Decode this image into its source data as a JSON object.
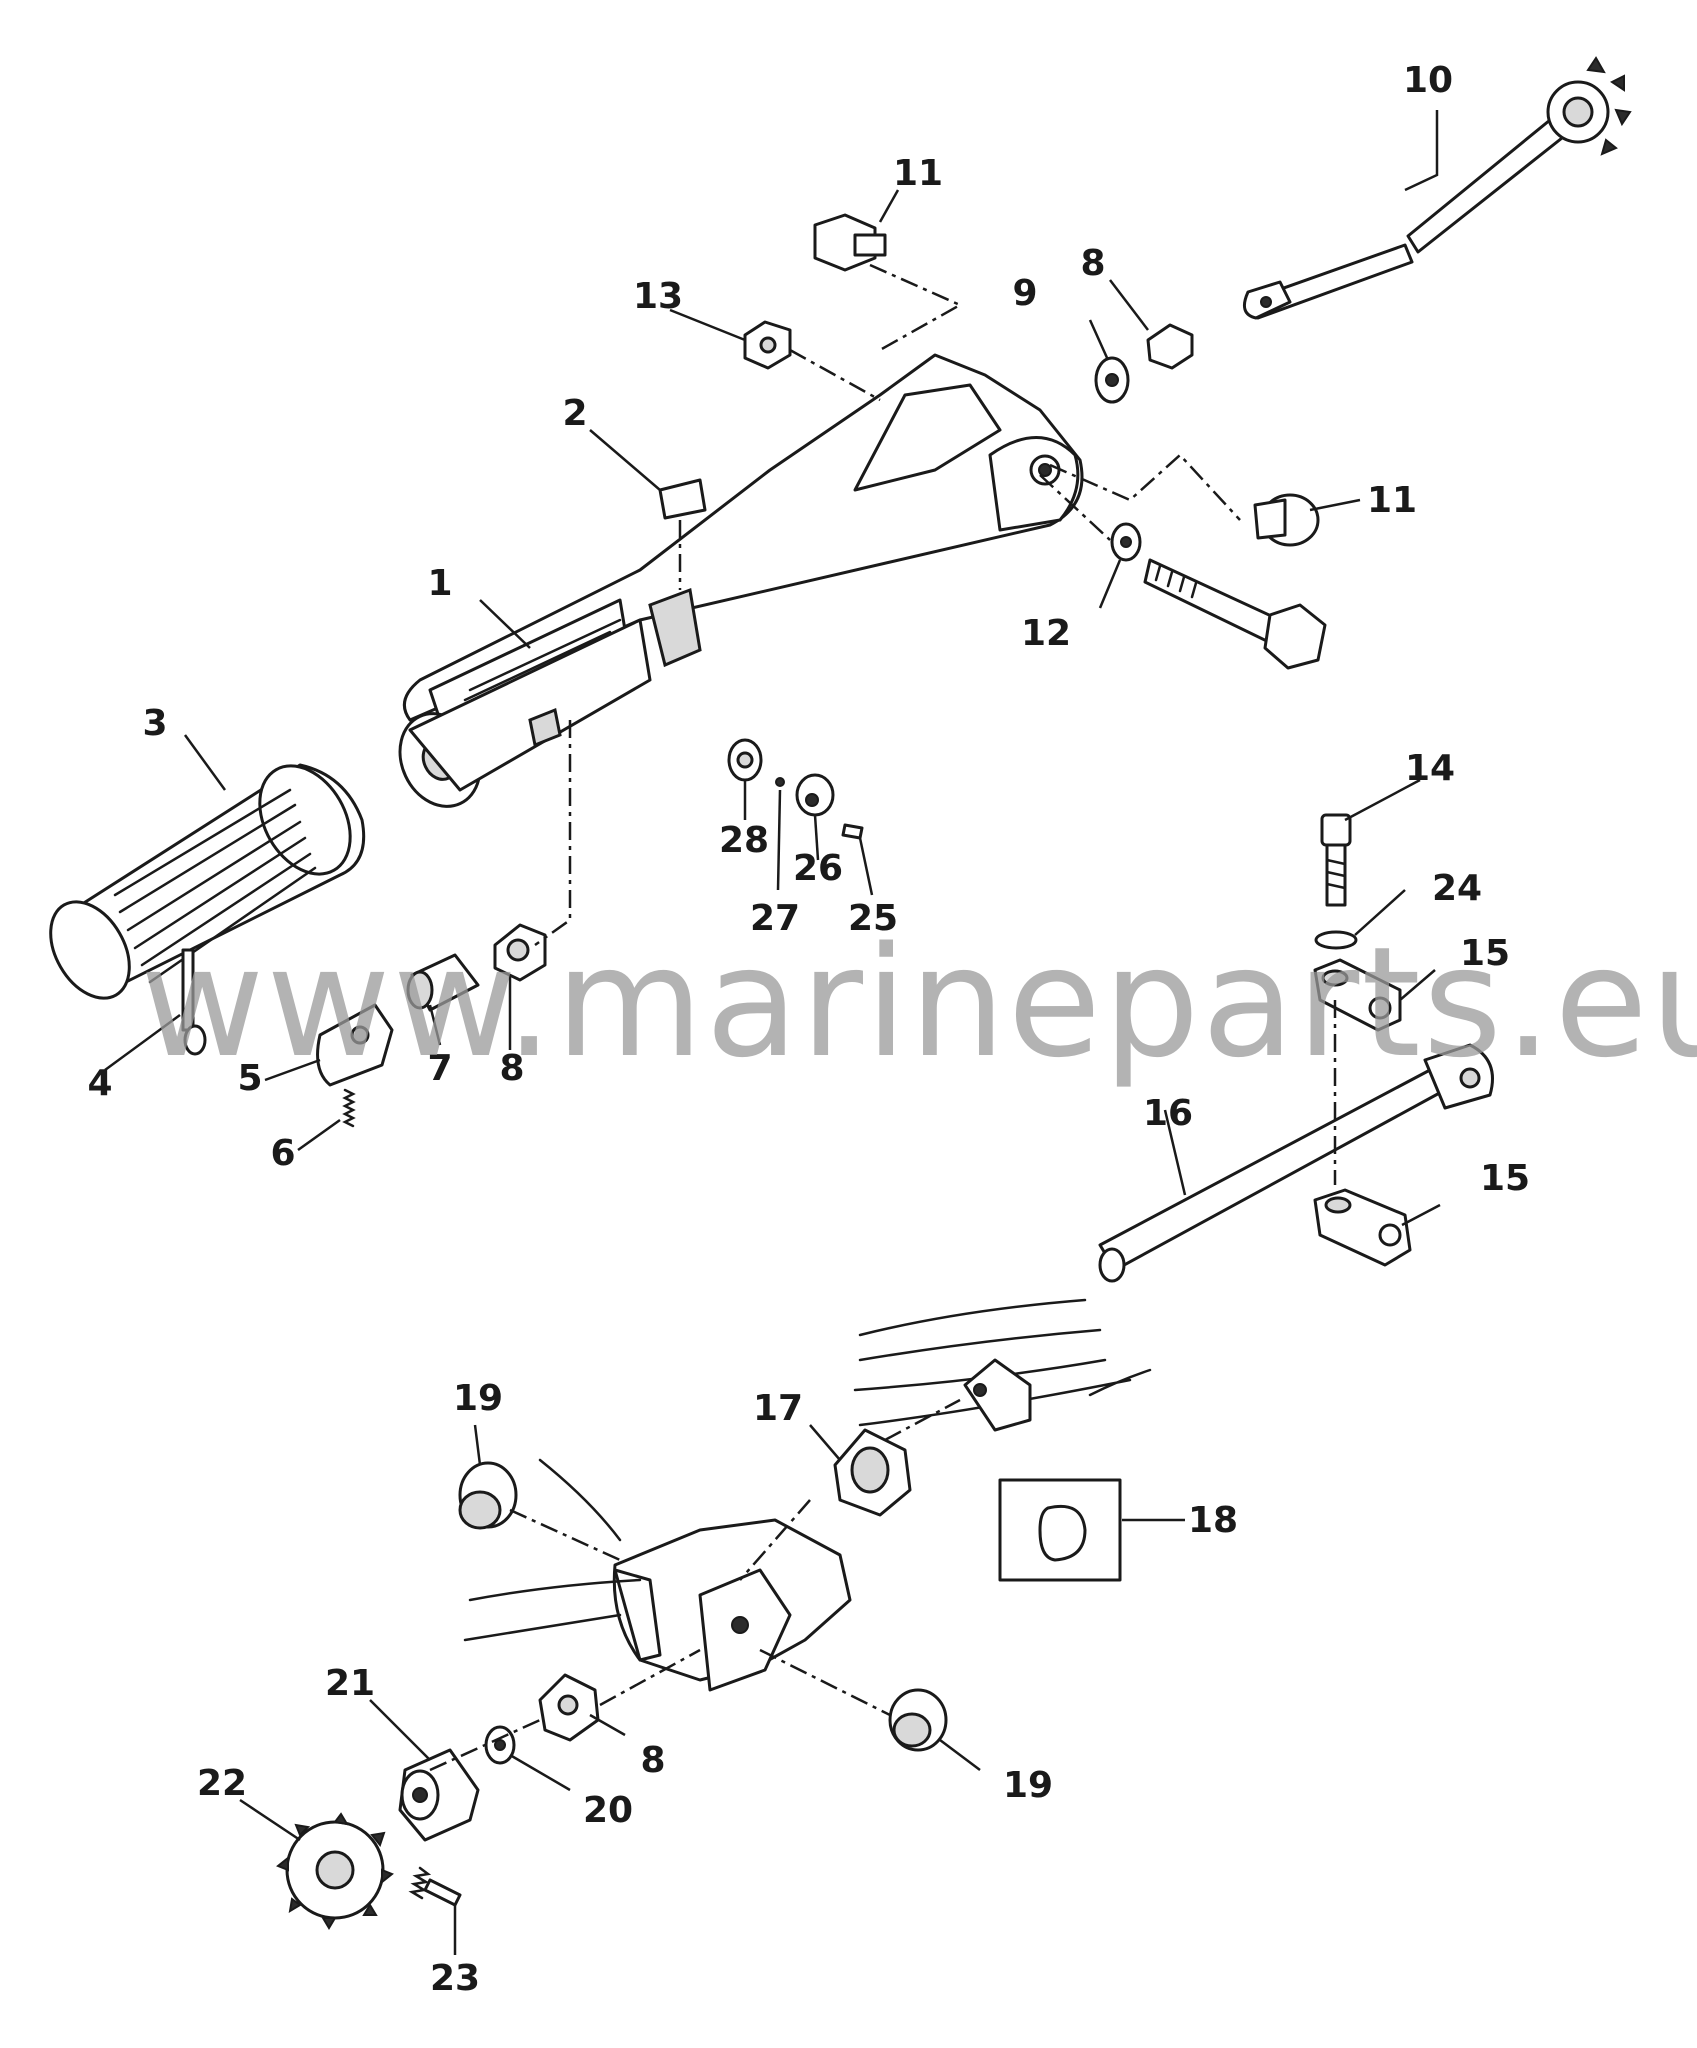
{
  "watermark": "www.marineparts.eu",
  "callouts": [
    {
      "id": "c1",
      "text": "1"
    },
    {
      "id": "c2",
      "text": "2"
    },
    {
      "id": "c3",
      "text": "3"
    },
    {
      "id": "c4",
      "text": "4"
    },
    {
      "id": "c5",
      "text": "5"
    },
    {
      "id": "c6",
      "text": "6"
    },
    {
      "id": "c7",
      "text": "7"
    },
    {
      "id": "c8a",
      "text": "8"
    },
    {
      "id": "c8b",
      "text": "8"
    },
    {
      "id": "c8c",
      "text": "8"
    },
    {
      "id": "c9",
      "text": "9"
    },
    {
      "id": "c10",
      "text": "10"
    },
    {
      "id": "c11a",
      "text": "11"
    },
    {
      "id": "c11b",
      "text": "11"
    },
    {
      "id": "c12",
      "text": "12"
    },
    {
      "id": "c13",
      "text": "13"
    },
    {
      "id": "c14",
      "text": "14"
    },
    {
      "id": "c15a",
      "text": "15"
    },
    {
      "id": "c15b",
      "text": "15"
    },
    {
      "id": "c16",
      "text": "16"
    },
    {
      "id": "c17",
      "text": "17"
    },
    {
      "id": "c18",
      "text": "18"
    },
    {
      "id": "c19a",
      "text": "19"
    },
    {
      "id": "c19b",
      "text": "19"
    },
    {
      "id": "c20",
      "text": "20"
    },
    {
      "id": "c21",
      "text": "21"
    },
    {
      "id": "c22",
      "text": "22"
    },
    {
      "id": "c23",
      "text": "23"
    },
    {
      "id": "c24",
      "text": "24"
    },
    {
      "id": "c25",
      "text": "25"
    },
    {
      "id": "c26",
      "text": "26"
    },
    {
      "id": "c27",
      "text": "27"
    },
    {
      "id": "c28",
      "text": "28"
    }
  ]
}
